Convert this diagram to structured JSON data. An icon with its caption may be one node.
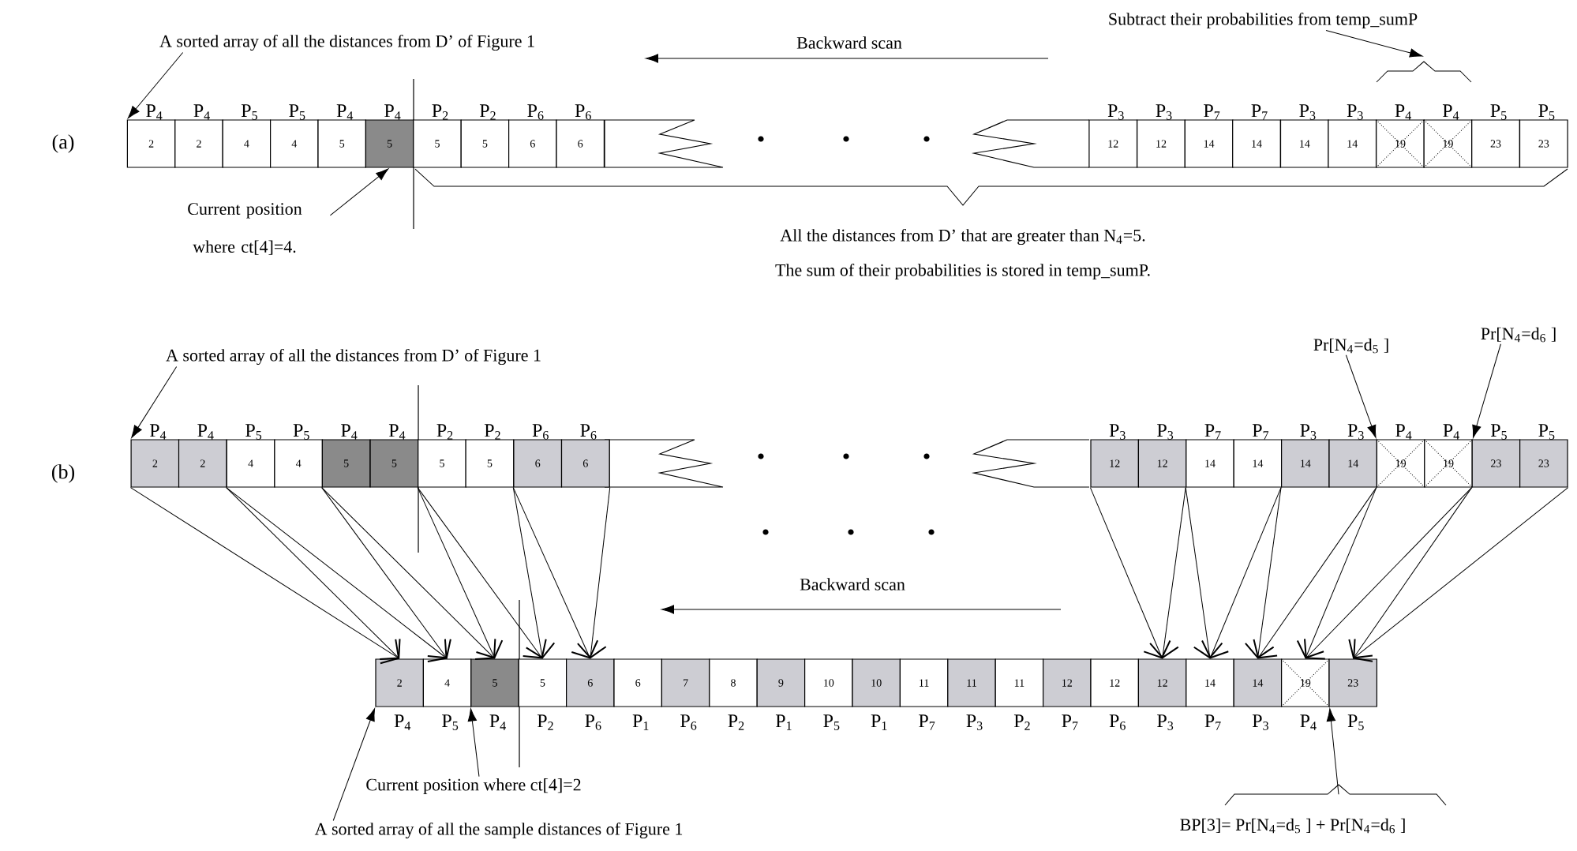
{
  "diagram": {
    "nodes": [
      {
        "text": [
          "2"
        ],
        "beside": [
          "P$_{4}$"
        ]
      },
      {
        "text": [
          "2"
        ],
        "beside": [
          "P$_{4}$"
        ]
      },
      {
        "text": [
          "4"
        ],
        "beside": [
          "P$_{5}$"
        ]
      },
      {
        "text": [
          "4"
        ],
        "beside": [
          "P$_{5}$"
        ]
      },
      {
        "text": [
          "5"
        ],
        "beside": [
          "P$_{4}$"
        ]
      },
      {
        "text": [
          "5"
        ],
        "beside": [
          "P$_{4}$"
        ]
      },
      {
        "text": [
          "5"
        ],
        "beside": [
          "P$_{2}$"
        ]
      },
      {
        "text": [
          "5"
        ],
        "beside": [
          "P$_{2}$"
        ]
      },
      {
        "text": [
          "6"
        ],
        "beside": [
          "P$_{6}$"
        ]
      },
      {
        "text": [
          "6"
        ],
        "beside": [
          "P$_{6}$"
        ]
      },
      {
        "text": [
          "12"
        ],
        "beside": [
          "P$_{3}$"
        ]
      },
      {
        "text": [
          "12"
        ],
        "beside": [
          "P$_{3}$"
        ]
      },
      {
        "text": [
          "14"
        ],
        "beside": [
          "P$_{7}$"
        ]
      },
      {
        "text": [
          "14"
        ],
        "beside": [
          "P$_{7}$"
        ]
      },
      {
        "text": [
          "14"
        ],
        "beside": [
          "P$_{3}$"
        ]
      },
      {
        "text": [
          "14"
        ],
        "beside": [
          "P$_{3}$"
        ]
      },
      {
        "text": [
          "19"
        ],
        "beside": [
          "P$_{4}$"
        ]
      },
      {
        "text": [
          "19"
        ],
        "beside": [
          "P$_{4}$"
        ]
      },
      {
        "text": [
          "23"
        ],
        "beside": [
          "P$_{5}$"
        ]
      },
      {
        "text": [
          "23"
        ],
        "beside": [
          "P$_{5}$"
        ]
      },
      {
        "text": [
          "A sorted array of all the distances from D’ of Figure 1"
        ]
      },
      {
        "text": [
          "Current position where ct[4]=4."
        ]
      },
      {
        "text": [
          "Subtract their probabilities from temp_sumP"
        ]
      },
      {
        "text": [
          "2"
        ],
        "beside": [
          "P$_{4}$"
        ]
      },
      {
        "text": [
          "2"
        ],
        "beside": [
          "P$_{4}$"
        ]
      },
      {
        "text": [
          "4"
        ],
        "beside": [
          "P$_{5}$"
        ]
      },
      {
        "text": [
          "4"
        ],
        "beside": [
          "P$_{5}$"
        ]
      },
      {
        "text": [
          "5"
        ],
        "beside": [
          "P$_{4}$"
        ]
      },
      {
        "text": [
          "5"
        ],
        "beside": [
          "P$_{4}$"
        ]
      },
      {
        "text": [
          "5"
        ],
        "beside": [
          "P$_{2}$"
        ]
      },
      {
        "text": [
          "5"
        ],
        "beside": [
          "P$_{2}$"
        ]
      },
      {
        "text": [
          "6"
        ],
        "beside": [
          "P$_{6}$"
        ]
      },
      {
        "text": [
          "6"
        ],
        "beside": [
          "P$_{6}$"
        ]
      },
      {
        "text": [
          "12"
        ],
        "beside": [
          "P$_{3}$"
        ]
      },
      {
        "text": [
          "12"
        ],
        "beside": [
          "P$_{3}$"
        ]
      },
      {
        "text": [
          "14"
        ],
        "beside": [
          "P$_{7}$"
        ]
      },
      {
        "text": [
          "14"
        ],
        "beside": [
          "P$_{7}$"
        ]
      },
      {
        "text": [
          "14"
        ],
        "beside": [
          "P$_{3}$"
        ]
      },
      {
        "text": [
          "14"
        ],
        "beside": [
          "P$_{3}$"
        ]
      },
      {
        "text": [
          "19"
        ],
        "beside": [
          "P$_{4}$"
        ]
      },
      {
        "text": [
          "19"
        ],
        "beside": [
          "P$_{4}$"
        ]
      },
      {
        "text": [
          "23"
        ],
        "beside": [
          "P$_{5}$"
        ]
      },
      {
        "text": [
          "23"
        ],
        "beside": [
          "P$_{5}$"
        ]
      },
      {
        "text": [
          "2"
        ],
        "beside": [
          "P$_{4}$"
        ]
      },
      {
        "text": [
          "4"
        ],
        "beside": [
          "P$_{5}$"
        ]
      },
      {
        "text": [
          "5"
        ],
        "beside": [
          "P$_{4}$"
        ]
      },
      {
        "text": [
          "5"
        ],
        "beside": [
          "P$_{2}$"
        ]
      },
      {
        "text": [
          "6"
        ],
        "beside": [
          "P$_{6}$"
        ]
      },
      {
        "text": [
          "6"
        ],
        "beside": [
          "P$_{1}$"
        ]
      },
      {
        "text": [
          "7"
        ],
        "beside": [
          "P$_{6}$"
        ]
      },
      {
        "text": [
          "8"
        ],
        "beside": [
          "P$_{2}$"
        ]
      },
      {
        "text": [
          "9"
        ],
        "beside": [
          "P$_{1}$"
        ]
      },
      {
        "text": [
          "10"
        ],
        "beside": [
          "P$_{5}$"
        ]
      },
      {
        "text": [
          "10"
        ],
        "beside": [
          "P$_{1}$"
        ]
      },
      {
        "text": [
          "11"
        ],
        "beside": [
          "P$_{7}$"
        ]
      },
      {
        "text": [
          "11"
        ],
        "beside": [
          "P$_{3}$"
        ]
      },
      {
        "text": [
          "11"
        ],
        "beside": [
          "P$_{2}$"
        ]
      },
      {
        "text": [
          "12"
        ],
        "beside": [
          "P$_{7}$"
        ]
      },
      {
        "text": [
          "12"
        ],
        "beside": [
          "P$_{6}$"
        ]
      },
      {
        "text": [
          "12"
        ],
        "beside": [
          "P$_{3}$"
        ]
      },
      {
        "text": [
          "14"
        ],
        "beside": [
          "P$_{7}$"
        ]
      },
      {
        "text": [
          "14"
        ],
        "beside": [
          "P$_{3}$"
        ]
      },
      {
        "text": [
          "19"
        ],
        "beside": [
          "P$_{4}$"
        ]
      },
      {
        "text": [
          "23"
        ],
        "beside": [
          "P$_{5}$"
        ]
      },
      {
        "text": [
          "A sorted array of all the distances from D’ of Figure 1"
        ]
      },
      {
        "text": [
          "Pr[N$_{4}$=d$_{5}$ ]"
        ]
      },
      {
        "text": [
          "Pr[N$_{4}$=d$_{6}$ ]"
        ]
      },
      {
        "text": [
          "Current position where ct[4]=2"
        ]
      },
      {
        "text": [
          "A sorted array of all the sample distances of Figure 1"
        ]
      },
      {
        "text": [
          "BP[3]=  Pr[N$_{4}$=d$_{5}$ ]  + Pr[N$_{4}$=d$_{6}$ ]"
        ]
      },
      {
        "text": [],
        "shape": "brace"
      }
    ],
    "edges": [
      {
        "from": 20,
        "to": 0,
        "arrow": "to"
      },
      {
        "from": 21,
        "to": 5,
        "arrow": "to"
      },
      {
        "from": 22,
        "to": 70,
        "arrow": "to"
      },
      {
        "from": 64,
        "to": 23,
        "arrow": "to"
      },
      {
        "from": 65,
        "to": 39,
        "arrow": "to"
      },
      {
        "from": 66,
        "to": 40,
        "arrow": "to"
      },
      {
        "from": 67,
        "to": 45,
        "arrow": "to"
      },
      {
        "from": 68,
        "to": 43,
        "arrow": "to"
      },
      {
        "from": 69,
        "to": 62,
        "arrow": "to"
      },
      {
        "from": 23,
        "to": 43,
        "arrow": "to"
      },
      {
        "from": 25,
        "to": 43,
        "arrow": "to"
      },
      {
        "from": 25,
        "to": 44,
        "arrow": "to"
      },
      {
        "from": 27,
        "to": 44,
        "arrow": "to"
      },
      {
        "from": 27,
        "to": 45,
        "arrow": "to"
      },
      {
        "from": 29,
        "to": 45,
        "arrow": "to"
      },
      {
        "from": 29,
        "to": 46,
        "arrow": "to"
      },
      {
        "from": 31,
        "to": 46,
        "arrow": "to"
      },
      {
        "from": 31,
        "to": 47,
        "arrow": "to"
      },
      {
        "from": 32,
        "to": 47,
        "arrow": "to"
      },
      {
        "from": 33,
        "to": 59,
        "arrow": "to"
      },
      {
        "from": 35,
        "to": 59,
        "arrow": "to"
      },
      {
        "from": 35,
        "to": 60,
        "arrow": "to"
      },
      {
        "from": 37,
        "to": 60,
        "arrow": "to"
      },
      {
        "from": 37,
        "to": 61,
        "arrow": "to"
      },
      {
        "from": 39,
        "to": 61,
        "arrow": "to"
      },
      {
        "from": 39,
        "to": 62,
        "arrow": "to"
      },
      {
        "from": 41,
        "to": 62,
        "arrow": "to"
      },
      {
        "from": 41,
        "to": 63,
        "arrow": "to"
      },
      {
        "from": 42,
        "to": 63,
        "arrow": "to"
      }
    ],
    "labels": [
      "(a)",
      "Backward scan",
      "All the distances from D’ that are greater than  N$_{4}$=5.",
      "The sum of their probabilities is stored in temp_sumP.",
      "(b)",
      "Backward scan"
    ]
  }
}
